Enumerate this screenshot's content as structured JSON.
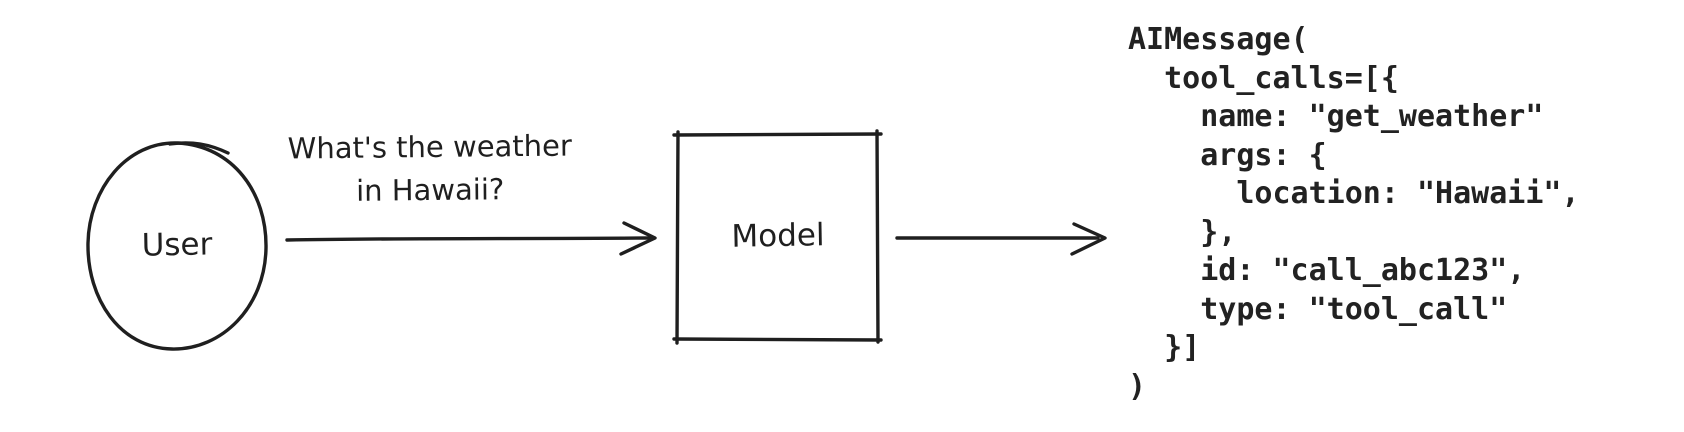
{
  "diagram": {
    "title_hint": "user-to-model-tool-call-flow",
    "nodes": [
      {
        "id": "user",
        "shape": "circle",
        "label": "User"
      },
      {
        "id": "model",
        "shape": "rectangle",
        "label": "Model"
      }
    ],
    "arrows": [
      {
        "id": "user-to-model",
        "from": "user",
        "to": "model",
        "label": "What's the weather\nin Hawaii?"
      },
      {
        "id": "model-to-output",
        "from": "model",
        "to": "code-output",
        "label": ""
      }
    ],
    "code_output": "AIMessage(\n  tool_calls=[{\n    name: \"get_weather\"\n    args: {\n      location: \"Hawaii\",\n    },\n    id: \"call_abc123\",\n    type: \"tool_call\"\n  }]\n)"
  },
  "colors": {
    "ink": "#1f1f1f",
    "background": "#ffffff"
  }
}
